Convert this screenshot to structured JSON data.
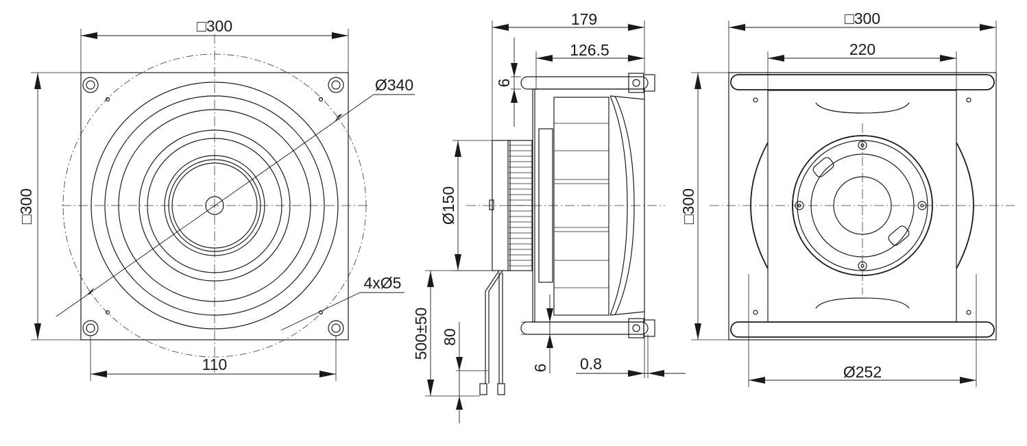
{
  "front_view": {
    "width_label": "□300",
    "height_label": "□300",
    "diameter_label": "Ø340",
    "holes_label": "4xØ5",
    "hole_spacing_label": "110"
  },
  "side_view": {
    "overall_depth_label": "179",
    "impeller_depth_label": "126.5",
    "flange_top_label": "6",
    "motor_diameter_label": "Ø150",
    "cable_length_label": "500±50",
    "lead_strip_label": "80",
    "flange_bottom_label": "6",
    "offset_label": "0.8"
  },
  "rear_view": {
    "width_label": "□300",
    "rail_spacing_label": "220",
    "height_label": "□300",
    "diameter_label": "Ø252"
  }
}
